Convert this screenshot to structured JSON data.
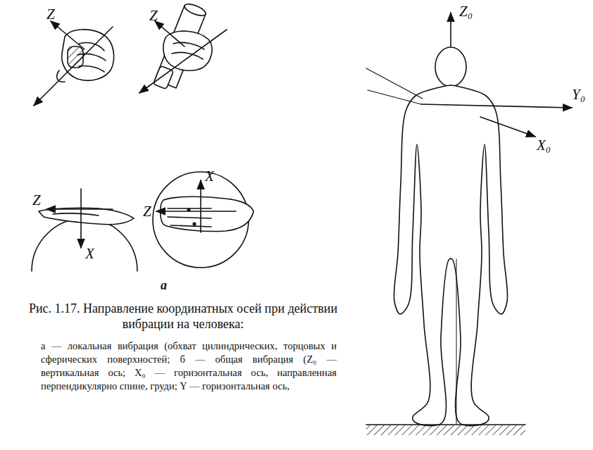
{
  "diagram": {
    "caption": "Рис. 1.17. Направление координатных осей при действии вибрации на человека:",
    "labels": [
      "Z",
      "Z",
      "Z",
      "X",
      "X",
      "Z",
      "a",
      "Z₀",
      "Y₀",
      "X₀",
      "а — локальная вибрация (обхват цилиндрических, торцовых и сферических поверхностей; б — общая вибрация (Z₀ — вертикальная ось; X₀ — горизонтальная ось, направленная перпендикулярно спине, груди; Y — горизонтальная ось,"
    ]
  }
}
